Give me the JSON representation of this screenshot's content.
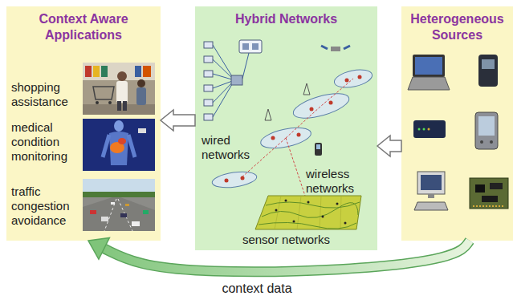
{
  "diagram": {
    "nodes": [
      {
        "text": [
          "Context Aware Applications",
          "shopping assistance",
          "medical condition monitoring",
          "traffic congestion avoidance"
        ]
      },
      {
        "text": [
          "Hybrid Networks",
          "wired networks",
          "wireless networks",
          "sensor networks"
        ]
      },
      {
        "text": [
          "Heterogeneous Sources"
        ]
      }
    ],
    "edges": [
      {
        "from": 2,
        "to": 1,
        "arrow": "to"
      },
      {
        "from": 1,
        "to": 0,
        "arrow": "to"
      },
      {
        "from": 2,
        "to": 0,
        "arrow": "to",
        "label": "context data"
      }
    ]
  }
}
